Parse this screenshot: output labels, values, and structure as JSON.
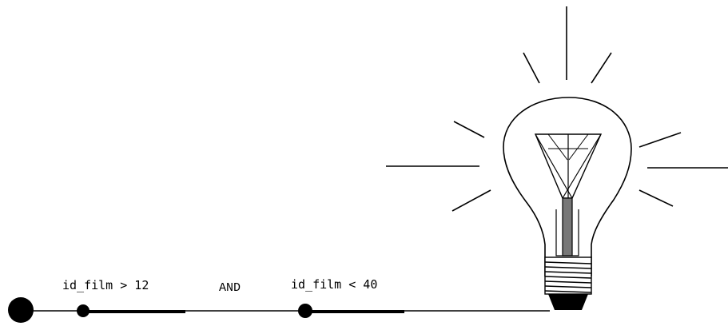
{
  "circuit": {
    "condition_1": "id_film > 12",
    "operator": "AND",
    "condition_2": "id_film < 40"
  },
  "colors": {
    "ink": "#000000",
    "background": "#ffffff",
    "filament": "#777777"
  },
  "icons": {
    "bulb": "light-bulb-icon",
    "source": "source-terminal-icon"
  }
}
